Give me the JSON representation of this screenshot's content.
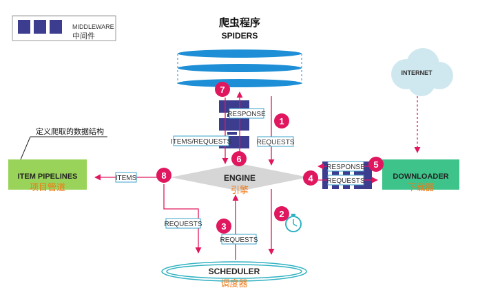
{
  "colors": {
    "accent": "#e0175e",
    "middleware": "#3d3d8f",
    "green_box": "#9ad35a",
    "downloader_box": "#3ec48b",
    "engine": "#d6d6d6",
    "spider_blue": "#1e8fd6",
    "cloud": "#cfe8ef",
    "cn_text": "#f07a18",
    "timer": "#2fb1c1"
  },
  "legend": {
    "title": "MIDDLEWARE",
    "subtitle": "中间件"
  },
  "annotation": {
    "text": "定义爬取的数据结构"
  },
  "components": {
    "spiders": {
      "cn": "爬虫程序",
      "en": "SPIDERS"
    },
    "engine": {
      "en": "ENGINE",
      "cn": "引擎"
    },
    "item_pipelines": {
      "en": "ITEM PIPELINES",
      "cn": "项目管道"
    },
    "downloader": {
      "en": "DOWNLOADER",
      "cn": "下载器"
    },
    "scheduler": {
      "en": "SCHEDULER",
      "cn": "调度器"
    },
    "internet": {
      "en": "INTERNET"
    }
  },
  "flow_labels": {
    "response_spider": "RESPONSE",
    "items_requests": "ITEMS/REQUESTS",
    "requests_right": "REQUESTS",
    "response_downloader": "RESPONSE",
    "requests_downloader": "REQUESTS",
    "items": "ITEMS",
    "requests_left": "REQUESTS",
    "requests_bottom": "REQUESTS"
  },
  "steps": [
    "1",
    "2",
    "3",
    "4",
    "5",
    "6",
    "7",
    "8"
  ]
}
